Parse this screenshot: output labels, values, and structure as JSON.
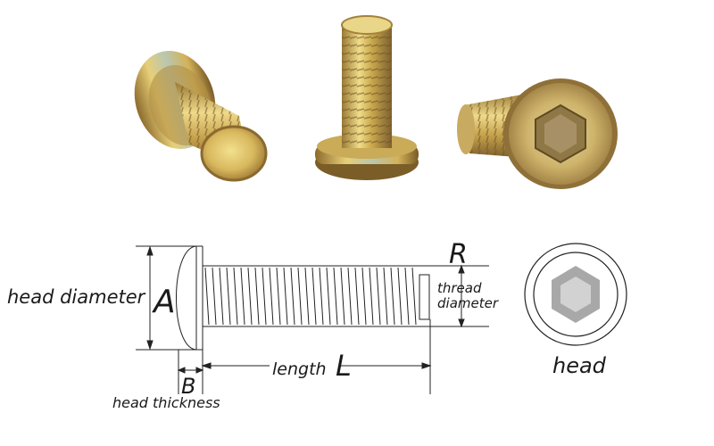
{
  "diagram": {
    "labels": {
      "head_diameter": "head diameter",
      "letter_a": "A",
      "letter_b": "B",
      "head_thickness": "head thickness",
      "length": "length",
      "letter_l": "L",
      "letter_r": "R",
      "thread_line1": "thread",
      "thread_line2": "diameter",
      "head": "head"
    },
    "colors": {
      "metal_light": "#e8d27a",
      "metal_mid": "#c9a74a",
      "metal_dark": "#8f6b2a",
      "metal_blue": "#9fb0b8",
      "line": "#222222",
      "hex_fill": "#a8a8a8"
    },
    "photo": {
      "screws": [
        "screw-left-icon",
        "screw-center-icon",
        "screw-right-icon"
      ]
    }
  }
}
